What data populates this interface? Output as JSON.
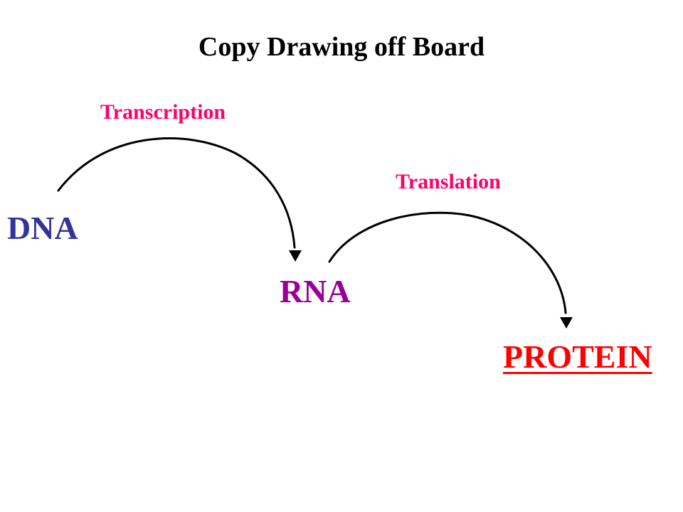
{
  "title": "Copy Drawing off Board",
  "processes": {
    "transcription": "Transcription",
    "translation": "Translation"
  },
  "molecules": {
    "dna": "DNA",
    "rna": "RNA",
    "protein": "PROTEIN"
  },
  "colors": {
    "title": "#000000",
    "process_label": "#ff0066",
    "dna": "#333399",
    "rna": "#990099",
    "protein": "#ff0000",
    "arrow": "#000000",
    "background": "#ffffff"
  }
}
